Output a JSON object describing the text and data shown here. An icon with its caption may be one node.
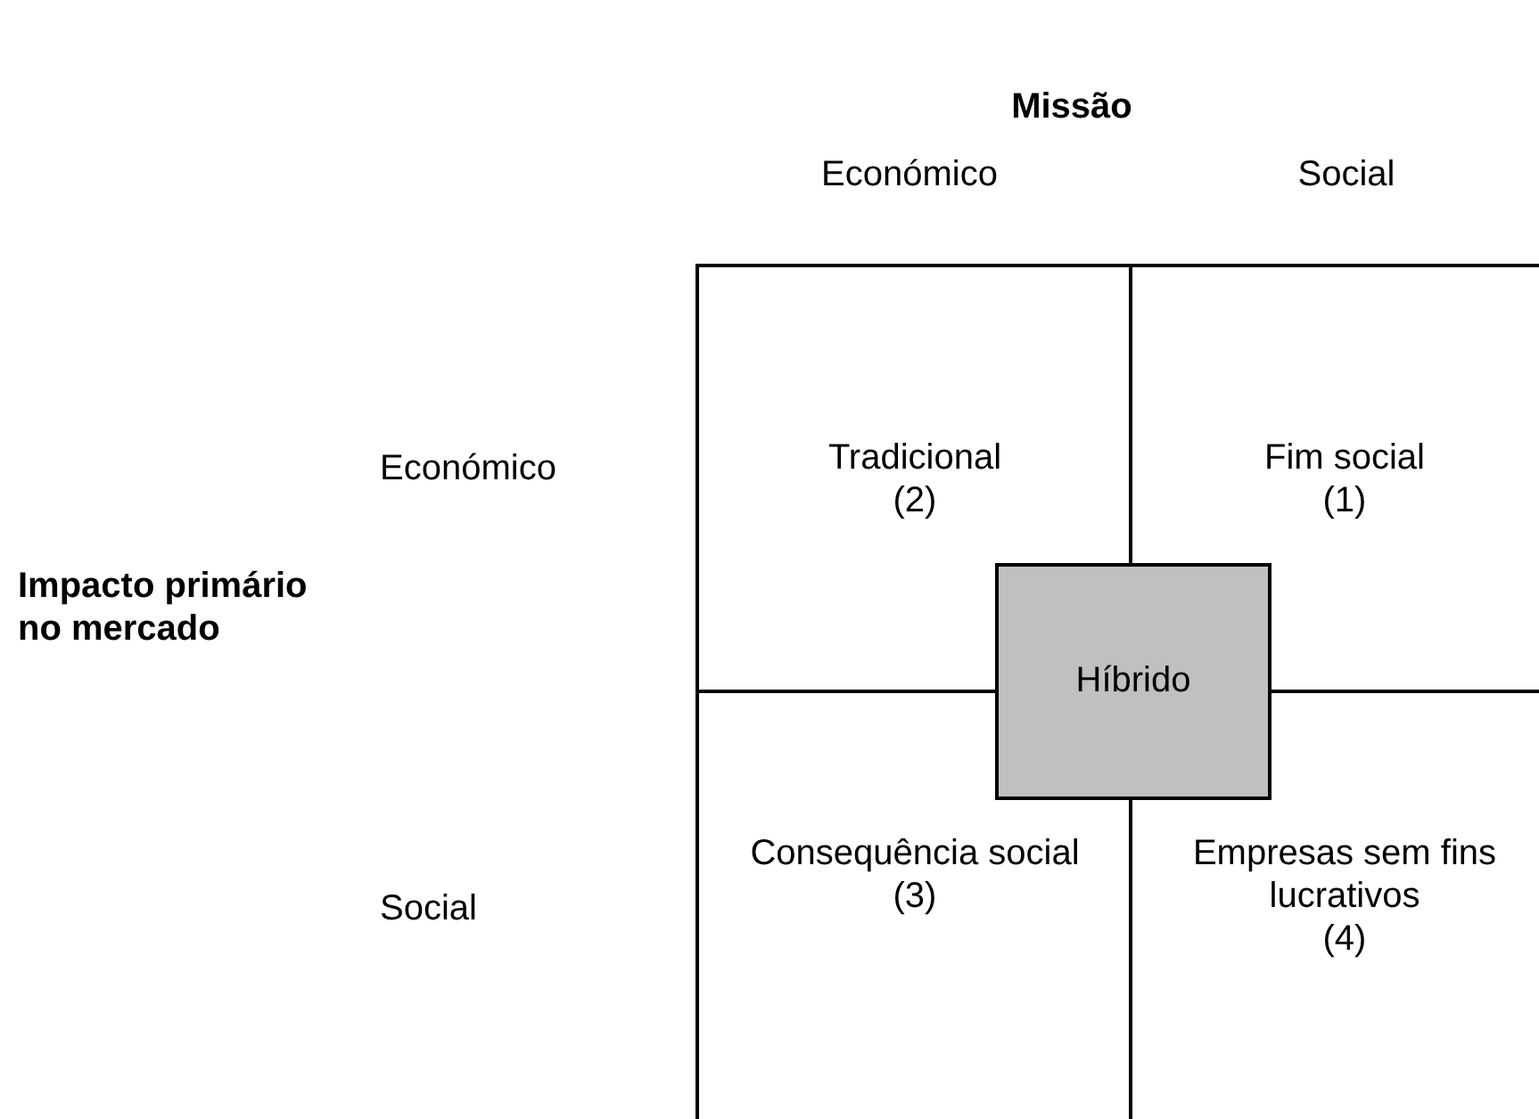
{
  "diagram": {
    "nodes": [
      {
        "text": [
          "Tradicional",
          "(2)"
        ]
      },
      {
        "text": [
          "Fim social",
          "(1)"
        ]
      },
      {
        "text": [
          "Consequência social",
          "(3)"
        ]
      },
      {
        "text": [
          "Empresas sem fins lucrativos",
          "(4)"
        ]
      },
      {
        "text": [
          "Híbrido"
        ]
      }
    ],
    "edges": [],
    "labels": [
      "Missão",
      "Económico",
      "Social",
      "Económico",
      "Impacto primário no mercado",
      "Social"
    ]
  }
}
